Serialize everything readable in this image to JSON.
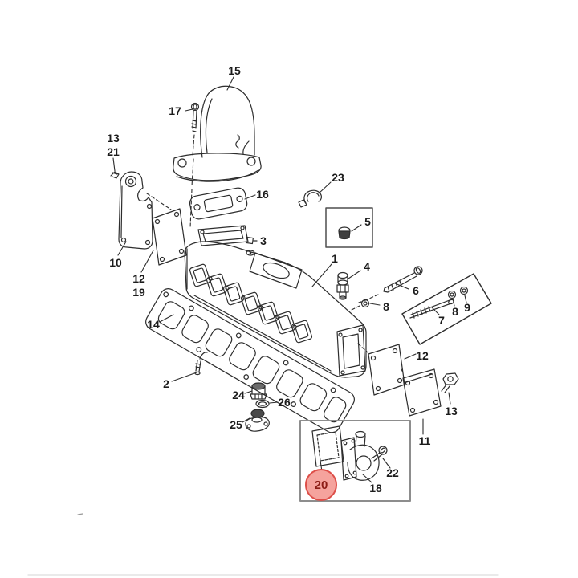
{
  "diagram": {
    "type": "exploded-parts-diagram",
    "background": "#ffffff",
    "line_color": "#2d2d2d",
    "highlight": {
      "part": "20",
      "fill": "#f5a39d",
      "border": "#dd4f49",
      "text_color": "#8c1d16"
    },
    "callouts": [
      {
        "part": "15"
      },
      {
        "part": "17"
      },
      {
        "part": "13"
      },
      {
        "part": "21"
      },
      {
        "part": "16"
      },
      {
        "part": "23"
      },
      {
        "part": "5"
      },
      {
        "part": "3"
      },
      {
        "part": "10"
      },
      {
        "part": "1"
      },
      {
        "part": "4"
      },
      {
        "part": "12"
      },
      {
        "part": "19"
      },
      {
        "part": "6"
      },
      {
        "part": "8"
      },
      {
        "part": "7"
      },
      {
        "part": "8"
      },
      {
        "part": "9"
      },
      {
        "part": "14"
      },
      {
        "part": "12"
      },
      {
        "part": "2"
      },
      {
        "part": "24"
      },
      {
        "part": "26"
      },
      {
        "part": "25"
      },
      {
        "part": "11"
      },
      {
        "part": "13"
      },
      {
        "part": "22"
      },
      {
        "part": "18"
      },
      {
        "part": "20"
      }
    ]
  }
}
